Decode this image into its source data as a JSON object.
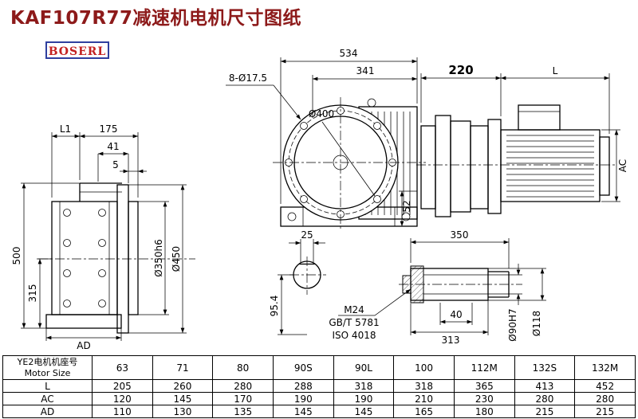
{
  "page": {
    "title": "KAF107R77减速机电机尺寸图纸",
    "brand": "BOSERL"
  },
  "dims": {
    "side": {
      "l1": "L1",
      "d175": "175",
      "d41": "41",
      "d5": "5",
      "d500": "500",
      "d315": "315",
      "d350h6": "Ø350h6",
      "d450": "Ø450",
      "ad": "AD"
    },
    "front": {
      "d534": "534",
      "d341": "341",
      "bolt_holes": "8-Ø17.5",
      "d400": "Ø400",
      "d52": "52"
    },
    "section": {
      "d25": "25",
      "d95_4": "95.4",
      "m24": "M24",
      "gbt": "GB/T 5781",
      "iso": "ISO 4018"
    },
    "motor": {
      "d220": "220",
      "l": "L",
      "ac": "AC"
    },
    "shaft": {
      "d350": "350",
      "d40": "40",
      "d313": "313",
      "d90": "Ø90H7",
      "d118": "Ø118"
    }
  },
  "table": {
    "header_line1": "YE2电机机座号",
    "header_line2": "Motor Size",
    "sizes": [
      "63",
      "71",
      "80",
      "90S",
      "90L",
      "100",
      "112M",
      "132S",
      "132M"
    ],
    "rows": [
      {
        "label": "L",
        "values": [
          "205",
          "260",
          "280",
          "288",
          "318",
          "318",
          "365",
          "413",
          "452"
        ]
      },
      {
        "label": "AC",
        "values": [
          "120",
          "145",
          "170",
          "190",
          "190",
          "210",
          "230",
          "280",
          "280"
        ]
      },
      {
        "label": "AD",
        "values": [
          "110",
          "130",
          "135",
          "145",
          "145",
          "165",
          "180",
          "215",
          "215"
        ]
      }
    ]
  }
}
